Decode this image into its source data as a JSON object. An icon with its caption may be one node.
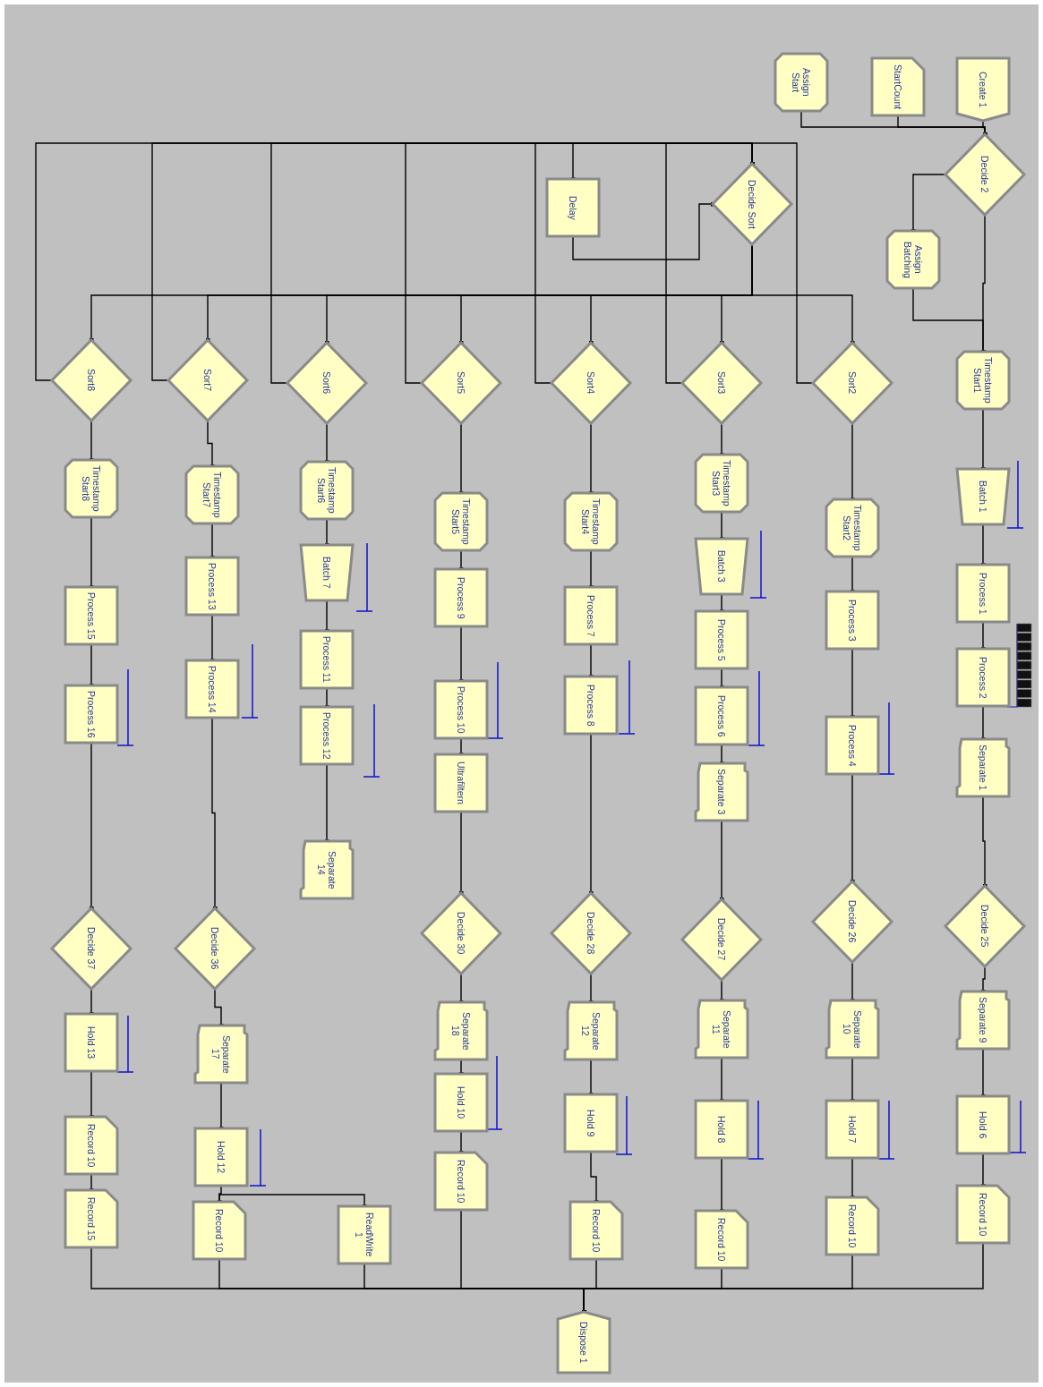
{
  "diagram": {
    "nodes": [
      {
        "text": [
          "Create 1"
        ]
      },
      {
        "text": [
          "StartCount"
        ]
      },
      {
        "text": [
          "Assign Start"
        ]
      },
      {
        "text": [
          "Decide 2"
        ]
      },
      {
        "text": [
          "Assign Batching"
        ]
      },
      {
        "text": [
          "Decide Sort"
        ]
      },
      {
        "text": [
          "Delay"
        ]
      },
      {
        "text": [
          "Timestamp Start1"
        ]
      },
      {
        "text": [
          "Batch 1"
        ]
      },
      {
        "text": [
          "Process 1"
        ]
      },
      {
        "text": [
          "Process 2"
        ]
      },
      {
        "text": [
          "Separate 1"
        ]
      },
      {
        "text": [
          "Decide 25"
        ]
      },
      {
        "text": [
          "Separate 9"
        ]
      },
      {
        "text": [
          "Hold 6"
        ]
      },
      {
        "text": [
          "Record 10"
        ]
      },
      {
        "text": [
          "Sort2"
        ]
      },
      {
        "text": [
          "Timestamp Start2"
        ]
      },
      {
        "text": [
          "Process 3"
        ]
      },
      {
        "text": [
          "Process 4"
        ]
      },
      {
        "text": [
          "Decide 26"
        ]
      },
      {
        "text": [
          "Separate 10"
        ]
      },
      {
        "text": [
          "Hold 7"
        ]
      },
      {
        "text": [
          "Record 10"
        ]
      },
      {
        "text": [
          "Sort3"
        ]
      },
      {
        "text": [
          "Timestamp Start3"
        ]
      },
      {
        "text": [
          "Batch 3"
        ]
      },
      {
        "text": [
          "Process 5"
        ]
      },
      {
        "text": [
          "Process 6"
        ]
      },
      {
        "text": [
          "Separate 3"
        ]
      },
      {
        "text": [
          "Decide 27"
        ]
      },
      {
        "text": [
          "Separate 11"
        ]
      },
      {
        "text": [
          "Hold 8"
        ]
      },
      {
        "text": [
          "Record 10"
        ]
      },
      {
        "text": [
          "Sort4"
        ]
      },
      {
        "text": [
          "Timestamp Start4"
        ]
      },
      {
        "text": [
          "Process 7"
        ]
      },
      {
        "text": [
          "Process 8"
        ]
      },
      {
        "text": [
          "Decide 28"
        ]
      },
      {
        "text": [
          "Separate 12"
        ]
      },
      {
        "text": [
          "Hold 9"
        ]
      },
      {
        "text": [
          "Record 10"
        ]
      },
      {
        "text": [
          "Sort5"
        ]
      },
      {
        "text": [
          "Timestamp Start5"
        ]
      },
      {
        "text": [
          "Process 9"
        ]
      },
      {
        "text": [
          "Process 10"
        ]
      },
      {
        "text": [
          "Ultrafiltern"
        ]
      },
      {
        "text": [
          "Decide 30"
        ]
      },
      {
        "text": [
          "Separate 18"
        ]
      },
      {
        "text": [
          "Hold 10"
        ]
      },
      {
        "text": [
          "Record 10"
        ]
      },
      {
        "text": [
          "Sort6"
        ]
      },
      {
        "text": [
          "Timestamp Start6"
        ]
      },
      {
        "text": [
          "Batch 7"
        ]
      },
      {
        "text": [
          "Process 11"
        ]
      },
      {
        "text": [
          "Process 12"
        ]
      },
      {
        "text": [
          "Separate 14"
        ]
      },
      {
        "text": [
          "Sort7"
        ]
      },
      {
        "text": [
          "Timestamp Start7"
        ]
      },
      {
        "text": [
          "Process 13"
        ]
      },
      {
        "text": [
          "Process 14"
        ]
      },
      {
        "text": [
          "Decide 36"
        ]
      },
      {
        "text": [
          "Separate 17"
        ]
      },
      {
        "text": [
          "Hold 12"
        ]
      },
      {
        "text": [
          "Record 10"
        ]
      },
      {
        "text": [
          "ReadWrite 1"
        ]
      },
      {
        "text": [
          "Sort8"
        ]
      },
      {
        "text": [
          "Timestamp Start8"
        ]
      },
      {
        "text": [
          "Process 15"
        ]
      },
      {
        "text": [
          "Process 16"
        ]
      },
      {
        "text": [
          "Decide 37"
        ]
      },
      {
        "text": [
          "Hold 13"
        ]
      },
      {
        "text": [
          "Record 10"
        ]
      },
      {
        "text": [
          "Record 15"
        ]
      },
      {
        "text": [
          "Dispose 1"
        ]
      }
    ],
    "edges": [
      {
        "from": 0,
        "to": 3,
        "arrow": "other"
      },
      {
        "from": 2,
        "to": 3,
        "arrow": "other"
      },
      {
        "from": 1,
        "to": 3,
        "arrow": "other"
      },
      {
        "from": 3,
        "to": 4,
        "arrow": "other"
      },
      {
        "from": 3,
        "to": 7,
        "arrow": "other"
      },
      {
        "from": 4,
        "to": 7,
        "arrow": "other"
      },
      {
        "from": 5,
        "to": 6,
        "arrow": "other"
      },
      {
        "from": 6,
        "to": 5,
        "arrow": "other"
      },
      {
        "from": 5,
        "to": 16,
        "arrow": "other"
      },
      {
        "from": 5,
        "to": 24,
        "arrow": "other"
      },
      {
        "from": 5,
        "to": 34,
        "arrow": "other"
      },
      {
        "from": 5,
        "to": 42,
        "arrow": "other"
      },
      {
        "from": 5,
        "to": 51,
        "arrow": "other"
      },
      {
        "from": 5,
        "to": 57,
        "arrow": "other"
      },
      {
        "from": 5,
        "to": 66,
        "arrow": "other"
      },
      {
        "from": 16,
        "to": 5,
        "arrow": "other"
      },
      {
        "from": 24,
        "to": 5,
        "arrow": "other"
      },
      {
        "from": 34,
        "to": 5,
        "arrow": "other"
      },
      {
        "from": 42,
        "to": 5,
        "arrow": "other"
      },
      {
        "from": 51,
        "to": 5,
        "arrow": "other"
      },
      {
        "from": 57,
        "to": 5,
        "arrow": "other"
      },
      {
        "from": 66,
        "to": 5,
        "arrow": "other"
      },
      {
        "from": 7,
        "to": 8,
        "arrow": "other"
      },
      {
        "from": 8,
        "to": 9,
        "arrow": "other"
      },
      {
        "from": 9,
        "to": 10,
        "arrow": "other"
      },
      {
        "from": 10,
        "to": 11,
        "arrow": "other"
      },
      {
        "from": 11,
        "to": 12,
        "arrow": "other"
      },
      {
        "from": 12,
        "to": 13,
        "arrow": "other"
      },
      {
        "from": 13,
        "to": 14,
        "arrow": "other"
      },
      {
        "from": 14,
        "to": 15,
        "arrow": "other"
      },
      {
        "from": 16,
        "to": 17,
        "arrow": "other"
      },
      {
        "from": 17,
        "to": 18,
        "arrow": "other"
      },
      {
        "from": 18,
        "to": 19,
        "arrow": "other"
      },
      {
        "from": 19,
        "to": 20,
        "arrow": "other"
      },
      {
        "from": 20,
        "to": 21,
        "arrow": "other"
      },
      {
        "from": 21,
        "to": 22,
        "arrow": "other"
      },
      {
        "from": 22,
        "to": 23,
        "arrow": "other"
      },
      {
        "from": 24,
        "to": 25,
        "arrow": "other"
      },
      {
        "from": 25,
        "to": 26,
        "arrow": "other"
      },
      {
        "from": 26,
        "to": 27,
        "arrow": "other"
      },
      {
        "from": 27,
        "to": 28,
        "arrow": "other"
      },
      {
        "from": 28,
        "to": 29,
        "arrow": "other"
      },
      {
        "from": 29,
        "to": 30,
        "arrow": "other"
      },
      {
        "from": 30,
        "to": 31,
        "arrow": "other"
      },
      {
        "from": 31,
        "to": 32,
        "arrow": "other"
      },
      {
        "from": 32,
        "to": 33,
        "arrow": "other"
      },
      {
        "from": 34,
        "to": 35,
        "arrow": "other"
      },
      {
        "from": 35,
        "to": 36,
        "arrow": "other"
      },
      {
        "from": 36,
        "to": 37,
        "arrow": "other"
      },
      {
        "from": 37,
        "to": 38,
        "arrow": "other"
      },
      {
        "from": 38,
        "to": 39,
        "arrow": "other"
      },
      {
        "from": 39,
        "to": 40,
        "arrow": "other"
      },
      {
        "from": 40,
        "to": 41,
        "arrow": "other"
      },
      {
        "from": 42,
        "to": 43,
        "arrow": "other"
      },
      {
        "from": 43,
        "to": 44,
        "arrow": "other"
      },
      {
        "from": 44,
        "to": 45,
        "arrow": "other"
      },
      {
        "from": 45,
        "to": 46,
        "arrow": "other"
      },
      {
        "from": 46,
        "to": 47,
        "arrow": "other"
      },
      {
        "from": 47,
        "to": 48,
        "arrow": "other"
      },
      {
        "from": 48,
        "to": 49,
        "arrow": "other"
      },
      {
        "from": 49,
        "to": 50,
        "arrow": "other"
      },
      {
        "from": 51,
        "to": 52,
        "arrow": "other"
      },
      {
        "from": 52,
        "to": 53,
        "arrow": "other"
      },
      {
        "from": 53,
        "to": 54,
        "arrow": "other"
      },
      {
        "from": 54,
        "to": 55,
        "arrow": "other"
      },
      {
        "from": 55,
        "to": 56,
        "arrow": "other"
      },
      {
        "from": 57,
        "to": 58,
        "arrow": "other"
      },
      {
        "from": 58,
        "to": 59,
        "arrow": "other"
      },
      {
        "from": 59,
        "to": 60,
        "arrow": "other"
      },
      {
        "from": 60,
        "to": 61,
        "arrow": "other"
      },
      {
        "from": 61,
        "to": 62,
        "arrow": "other"
      },
      {
        "from": 62,
        "to": 63,
        "arrow": "other"
      },
      {
        "from": 63,
        "to": 64,
        "arrow": "other"
      },
      {
        "from": 66,
        "to": 67,
        "arrow": "other"
      },
      {
        "from": 67,
        "to": 68,
        "arrow": "other"
      },
      {
        "from": 68,
        "to": 69,
        "arrow": "other"
      },
      {
        "from": 69,
        "to": 70,
        "arrow": "other"
      },
      {
        "from": 70,
        "to": 71,
        "arrow": "other"
      },
      {
        "from": 71,
        "to": 72,
        "arrow": "other"
      },
      {
        "from": 72,
        "to": 73,
        "arrow": "other"
      },
      {
        "from": 64,
        "to": 65,
        "arrow": "other"
      },
      {
        "from": 15,
        "to": 74,
        "arrow": "other"
      },
      {
        "from": 23,
        "to": 74,
        "arrow": "other"
      },
      {
        "from": 33,
        "to": 74,
        "arrow": "other"
      },
      {
        "from": 41,
        "to": 74,
        "arrow": "other"
      },
      {
        "from": 50,
        "to": 74,
        "arrow": "other"
      },
      {
        "from": 64,
        "to": 74,
        "arrow": "other"
      },
      {
        "from": 65,
        "to": 74,
        "arrow": "other"
      },
      {
        "from": 73,
        "to": 74,
        "arrow": "other"
      }
    ]
  }
}
